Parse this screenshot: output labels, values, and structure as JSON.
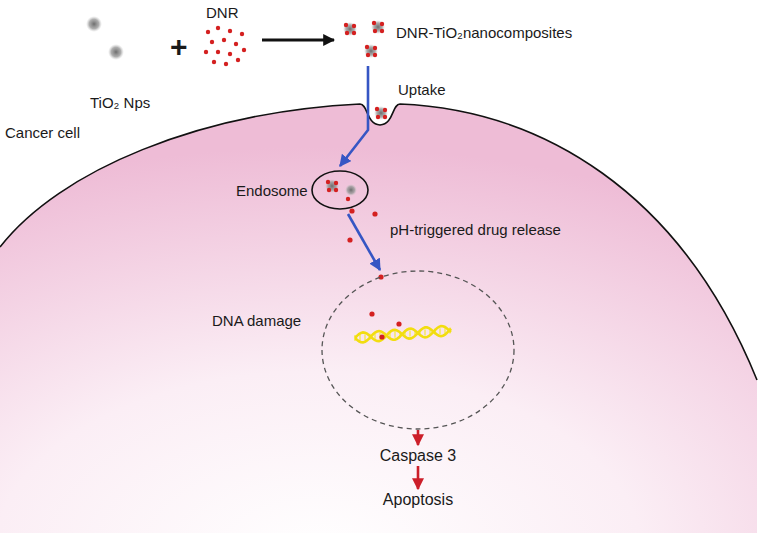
{
  "diagram": {
    "nodes": [
      {
        "text": [
          "Cancer cell"
        ]
      },
      {
        "text": [
          "TiO₂ Nps"
        ]
      },
      {
        "text": [
          "DNR"
        ]
      },
      {
        "text": [
          "DNR-TiO₂nanocomposites"
        ]
      },
      {
        "text": [
          "Endosome"
        ],
        "in": 0
      },
      {
        "text": [
          "DNA damage"
        ],
        "in": 0
      },
      {
        "text": [
          "Caspase 3"
        ],
        "in": 0
      },
      {
        "text": [
          "Apoptosis"
        ],
        "in": 0
      }
    ],
    "edges": [
      {
        "from": 2,
        "to": 3,
        "arrow": "to"
      },
      {
        "from": 3,
        "to": 4,
        "arrow": "to"
      },
      {
        "from": 4,
        "to": 5,
        "arrow": "to"
      },
      {
        "from": 5,
        "to": 6,
        "arrow": "to"
      },
      {
        "from": 6,
        "to": 7,
        "arrow": "to"
      }
    ],
    "labels": [
      "+",
      "Uptake",
      "pH-triggered drug release"
    ]
  }
}
